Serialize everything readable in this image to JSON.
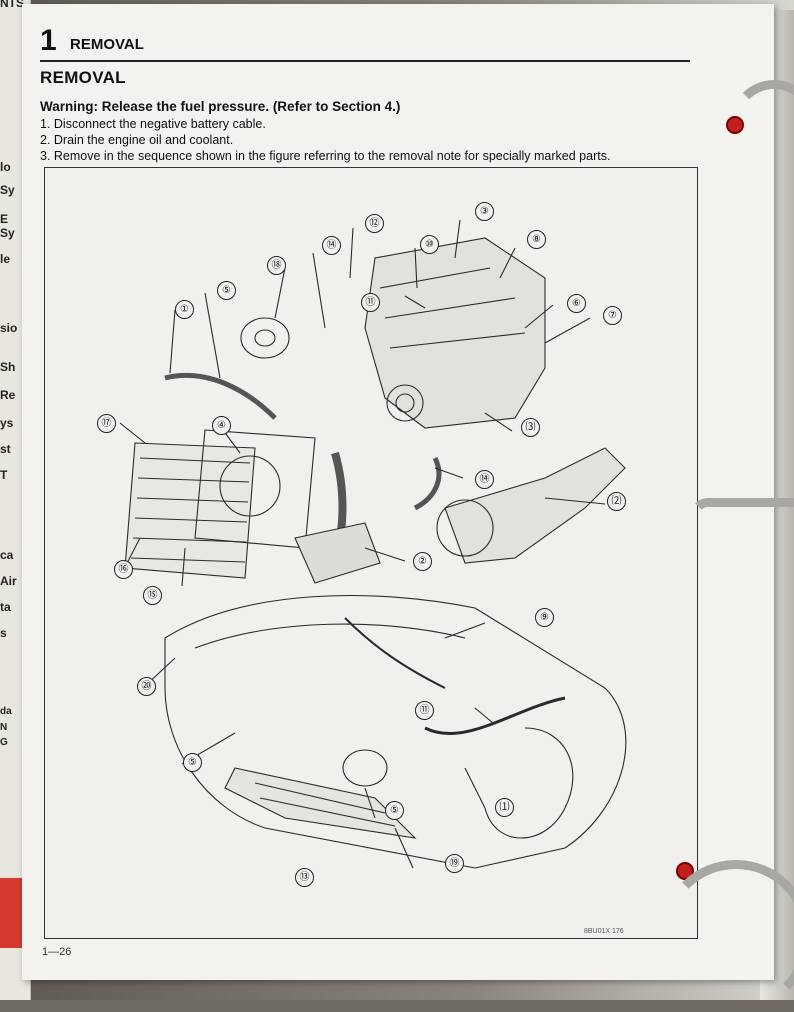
{
  "left_page_fragments": [
    "NTS",
    "lo",
    "Sy",
    "E",
    "Sy",
    "le",
    "sio",
    "Sh",
    "Re",
    "ys",
    "st",
    "T",
    "ca",
    "Air",
    "ta",
    "s",
    "da",
    "N",
    "G"
  ],
  "section": {
    "number": "1",
    "title": "REMOVAL"
  },
  "heading": "REMOVAL",
  "warning": "Warning: Release the fuel pressure. (Refer to Section 4.)",
  "steps": [
    "1. Disconnect the negative battery cable.",
    "2. Drain the engine oil and coolant.",
    "3. Remove in the sequence shown in the figure referring to the removal note for specially marked parts."
  ],
  "figure": {
    "callouts": [
      "①",
      "②",
      "③",
      "④",
      "⑤",
      "⑤",
      "⑤",
      "⑥",
      "⑦",
      "⑧",
      "⑨",
      "⑩",
      "⑪",
      "⑪",
      "⑫",
      "⑬",
      "⑭",
      "⑭",
      "⑮",
      "⑯",
      "⑰",
      "⑱",
      "⑲",
      "⑳",
      "⑴",
      "⑵",
      "⑶"
    ],
    "code": "8BU01X 176"
  },
  "page_number": "1—26",
  "colors": {
    "page": "#f3f2ee",
    "ink": "#111111",
    "binder_ring": "#a9a7a3",
    "tab_red": "#d43a2e"
  }
}
